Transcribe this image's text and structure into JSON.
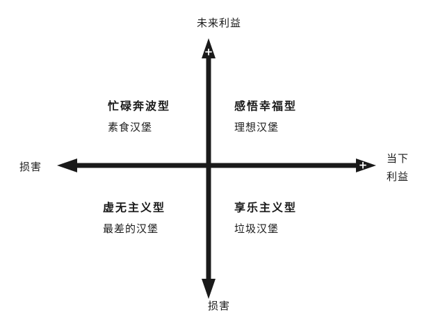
{
  "axes": {
    "color": "#1a1a1a",
    "top_label": "未来利益",
    "bottom_label": "损害",
    "left_label": "损害",
    "right_label_line1": "当下",
    "right_label_line2": "利益",
    "plus_top": "+",
    "plus_right": "+"
  },
  "quadrants": {
    "top_left": {
      "title": "忙碌奔波型",
      "subtitle": "素食汉堡"
    },
    "top_right": {
      "title": "感悟幸福型",
      "subtitle": "理想汉堡"
    },
    "bottom_left": {
      "title": "虚无主义型",
      "subtitle": "最差的汉堡"
    },
    "bottom_right": {
      "title": "享乐主义型",
      "subtitle": "垃圾汉堡"
    }
  }
}
